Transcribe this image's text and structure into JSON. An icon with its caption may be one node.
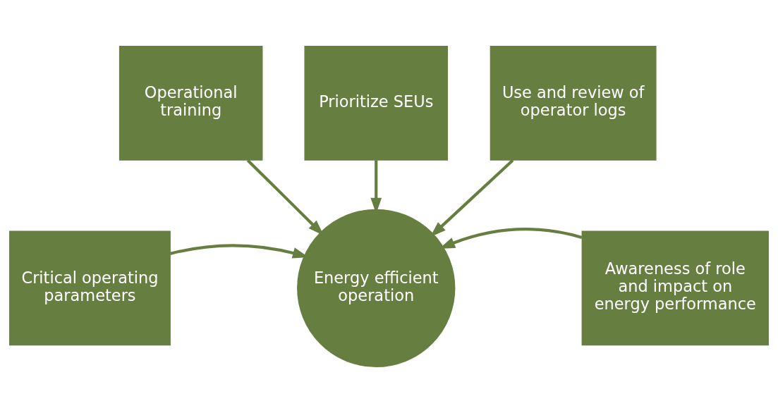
{
  "diagram": {
    "nodes": [
      {
        "text": [
          "Prioritize SEUs"
        ]
      },
      {
        "text": [
          "Operational training"
        ]
      },
      {
        "text": [
          "Use and review of operator logs"
        ]
      },
      {
        "text": [
          "Critical operating parameters"
        ]
      },
      {
        "text": [
          "Energy efficient operation"
        ]
      },
      {
        "text": [
          "Awareness of role and impact on energy performance"
        ]
      }
    ],
    "edges": [
      {
        "from": 0,
        "to": 4,
        "arrow": "to"
      },
      {
        "from": 1,
        "to": 4,
        "arrow": "to"
      },
      {
        "from": 2,
        "to": 4,
        "arrow": "to"
      },
      {
        "from": 3,
        "to": 4,
        "arrow": "to"
      },
      {
        "from": 5,
        "to": 4,
        "arrow": "to"
      }
    ]
  }
}
